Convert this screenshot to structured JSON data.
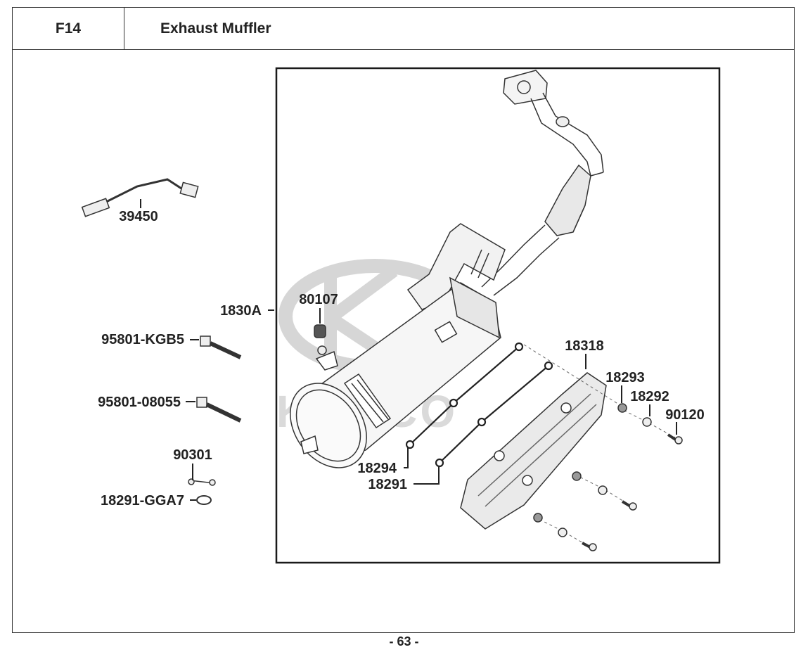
{
  "header": {
    "section_code": "F14",
    "title": "Exhaust Muffler"
  },
  "watermark": {
    "text": "KYMCO"
  },
  "parts": [
    {
      "id": "39450"
    },
    {
      "id": "1830A"
    },
    {
      "id": "80107"
    },
    {
      "id": "95801-KGB5"
    },
    {
      "id": "95801-08055"
    },
    {
      "id": "90301"
    },
    {
      "id": "18291-GGA7"
    },
    {
      "id": "18318"
    },
    {
      "id": "18293"
    },
    {
      "id": "18292"
    },
    {
      "id": "90120"
    },
    {
      "id": "18294"
    },
    {
      "id": "18291"
    }
  ],
  "footer": {
    "page_number": "- 63 -"
  }
}
